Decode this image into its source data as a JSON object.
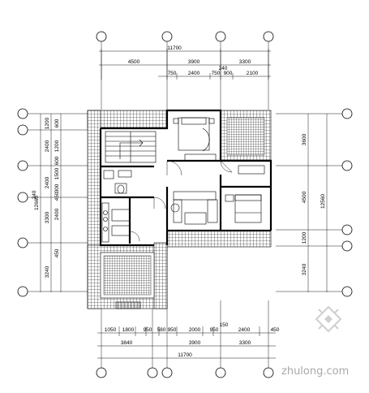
{
  "top_dims": {
    "overall": "11700",
    "row2": [
      "4500",
      "3900",
      "3300"
    ],
    "row3": [
      "750",
      "2400",
      "750",
      "900",
      "2100"
    ],
    "small": "240"
  },
  "bottom_dims": {
    "row1": [
      "1050",
      "1800",
      "950",
      "580",
      "950",
      "2000",
      "950",
      "2400",
      "450"
    ],
    "small": "150",
    "row2": [
      "3840",
      "3900",
      "3300"
    ],
    "overall": "11700"
  },
  "left_dims": {
    "outer": "12660",
    "segments": [
      "1200",
      "2400",
      "1200",
      "600",
      "2400",
      "600",
      "1500",
      "300",
      "450",
      "2400",
      "3300",
      "240",
      "450",
      "3240"
    ]
  },
  "right_dims": {
    "segments": [
      "3600",
      "4500",
      "1200",
      "3240"
    ],
    "overall": "12560"
  },
  "watermark": {
    "text": "zhulong.com",
    "color": "#a9a9a9"
  }
}
